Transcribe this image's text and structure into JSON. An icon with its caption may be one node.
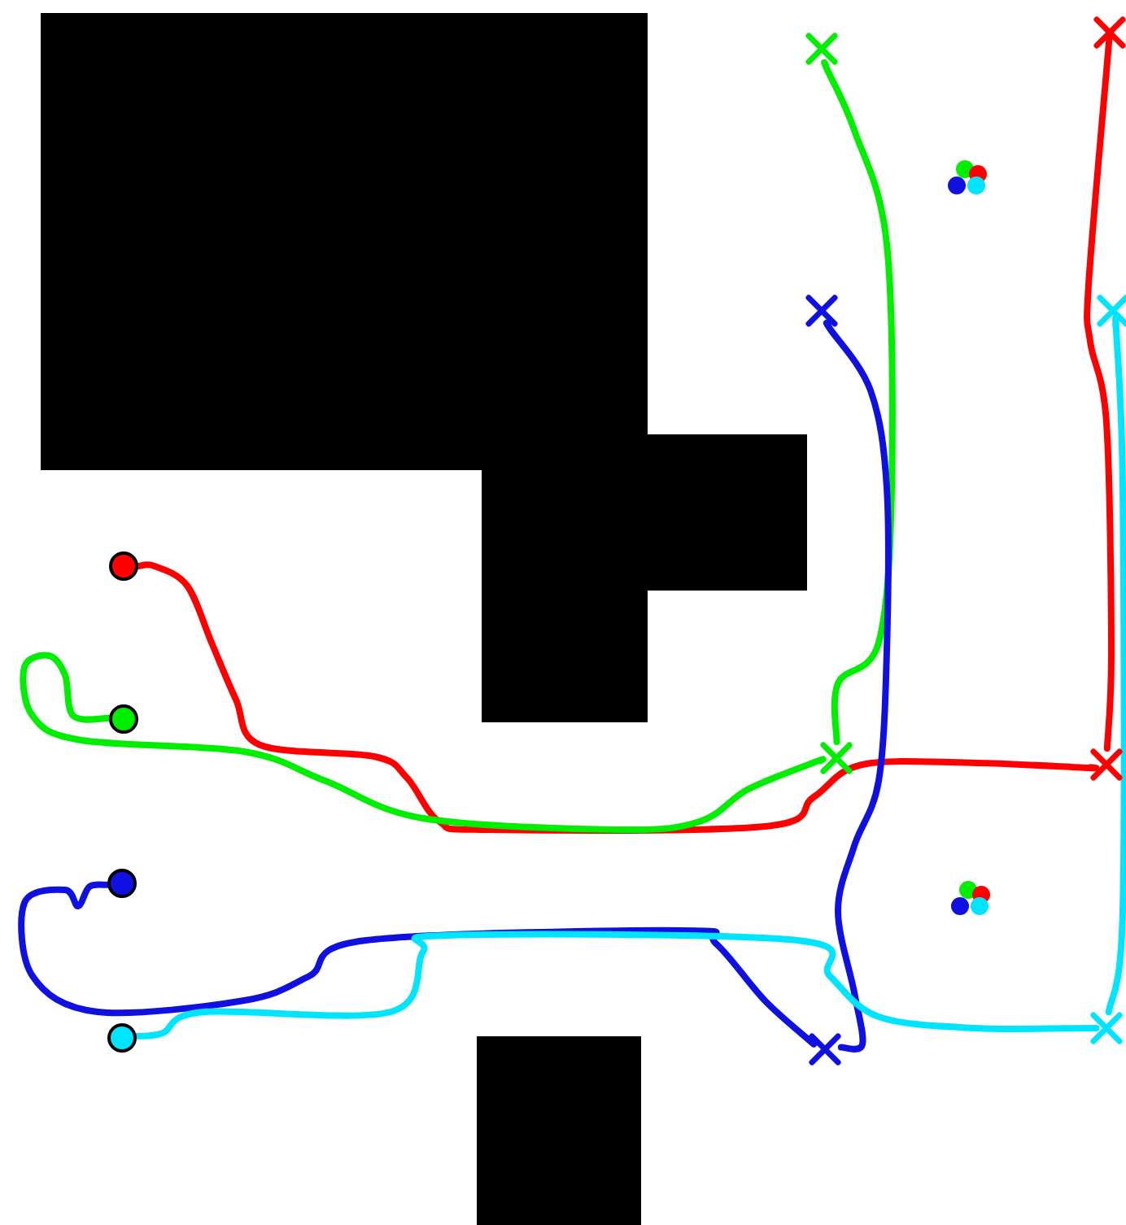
{
  "diagram": {
    "nodes": [
      {
        "text": [],
        "shape": "circle"
      },
      {
        "text": [],
        "shape": "circle"
      },
      {
        "text": [],
        "shape": "circle"
      },
      {
        "text": [],
        "shape": "circle"
      },
      {
        "text": [],
        "shape": "cross"
      },
      {
        "text": [],
        "shape": "cross"
      },
      {
        "text": [],
        "shape": "cross"
      },
      {
        "text": [],
        "shape": "cross"
      },
      {
        "text": [],
        "shape": "cross"
      },
      {
        "text": [],
        "shape": "cross"
      },
      {
        "text": [],
        "shape": "cross"
      },
      {
        "text": [],
        "shape": "cross"
      }
    ],
    "edges": [
      {
        "from": 0,
        "to": 9,
        "arrow": "none",
        "color": "#ff0000"
      },
      {
        "from": 9,
        "to": 5,
        "arrow": "none",
        "color": "#ff0000"
      },
      {
        "from": 1,
        "to": 8,
        "arrow": "none",
        "color": "#00ee00"
      },
      {
        "from": 8,
        "to": 4,
        "arrow": "none",
        "color": "#00ee00"
      },
      {
        "from": 2,
        "to": 10,
        "arrow": "none",
        "color": "#1010e0"
      },
      {
        "from": 10,
        "to": 6,
        "arrow": "none",
        "color": "#1010e0"
      },
      {
        "from": 3,
        "to": 11,
        "arrow": "none",
        "color": "#00e5ff"
      },
      {
        "from": 11,
        "to": 7,
        "arrow": "none",
        "color": "#00e5ff"
      }
    ]
  }
}
